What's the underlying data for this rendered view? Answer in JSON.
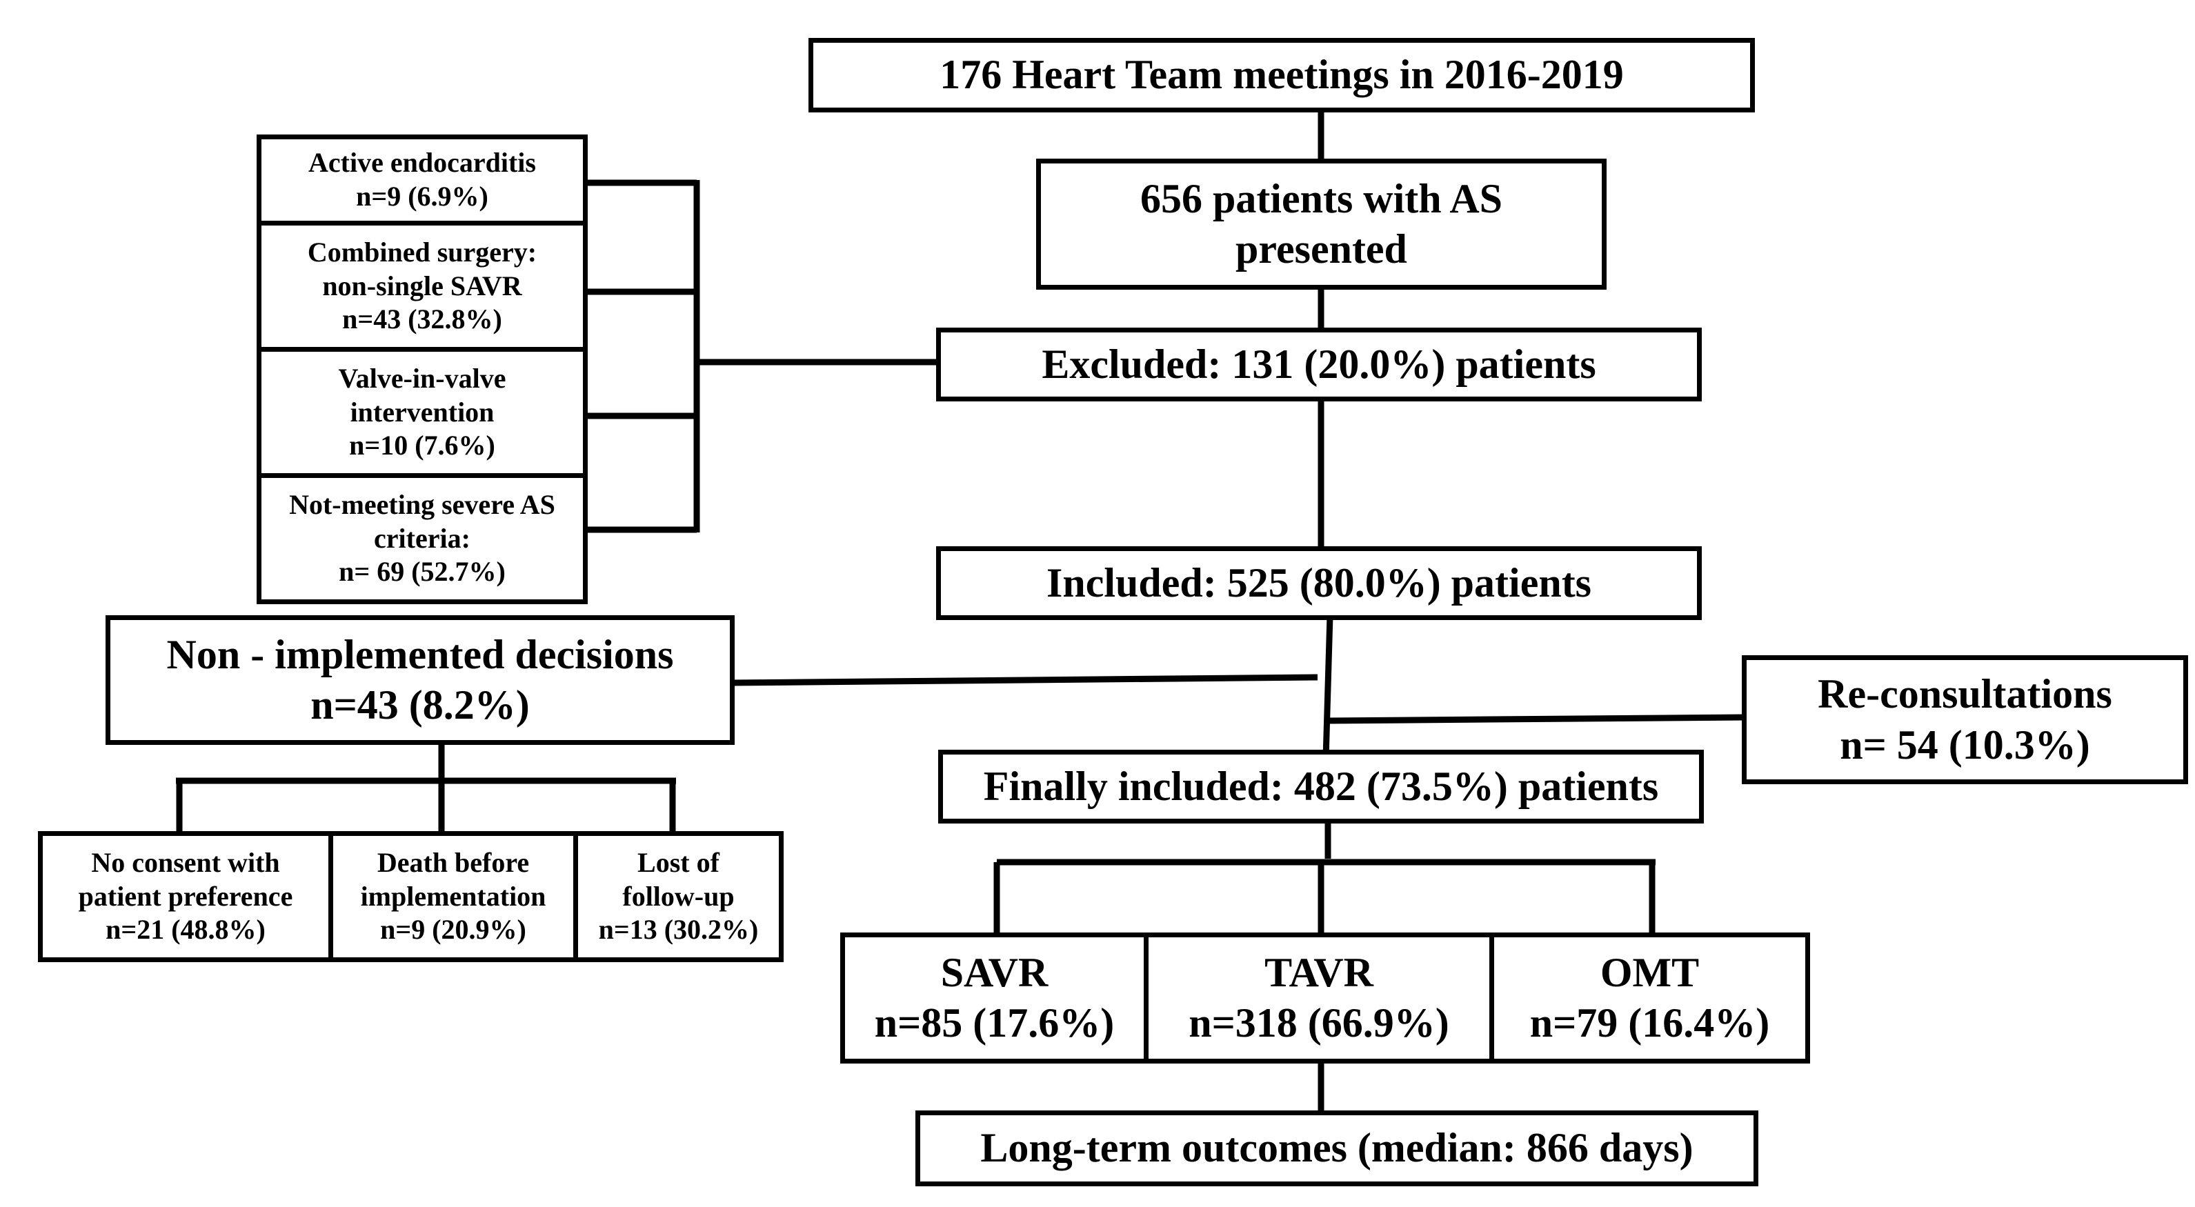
{
  "flowchart": {
    "meetings": "176 Heart Team meetings in 2016-2019",
    "presented": [
      "656 patients with AS",
      "presented"
    ],
    "excluded": "Excluded: 131 (20.0%) patients",
    "included": "Included: 525 (80.0%) patients",
    "finally_included": "Finally included: 482 (73.5%) patients",
    "reconsultations": [
      "Re-consultations",
      "n= 54 (10.3%)"
    ],
    "non_implemented": [
      "Non - implemented decisions",
      "n=43 (8.2%)"
    ],
    "exclusion_reasons": [
      [
        "Active endocarditis",
        "n=9 (6.9%)"
      ],
      [
        "Combined surgery:",
        "non-single SAVR",
        "n=43 (32.8%)"
      ],
      [
        "Valve-in-valve",
        "intervention",
        "n=10 (7.6%)"
      ],
      [
        "Not-meeting severe AS",
        "criteria:",
        "n= 69 (52.7%)"
      ]
    ],
    "non_implemented_reasons": [
      [
        "No consent with",
        "patient preference",
        "n=21 (48.8%)"
      ],
      [
        "Death before",
        "implementation",
        "n=9 (20.9%)"
      ],
      [
        "Lost of",
        "follow-up",
        "n=13 (30.2%)"
      ]
    ],
    "treatments": [
      [
        "SAVR",
        "n=85 (17.6%)"
      ],
      [
        "TAVR",
        "n=318 (66.9%)"
      ],
      [
        "OMT",
        "n=79 (16.4%)"
      ]
    ],
    "outcomes": "Long-term outcomes (median: 866 days)"
  },
  "colors": {
    "line": "#000000",
    "background": "#ffffff"
  }
}
